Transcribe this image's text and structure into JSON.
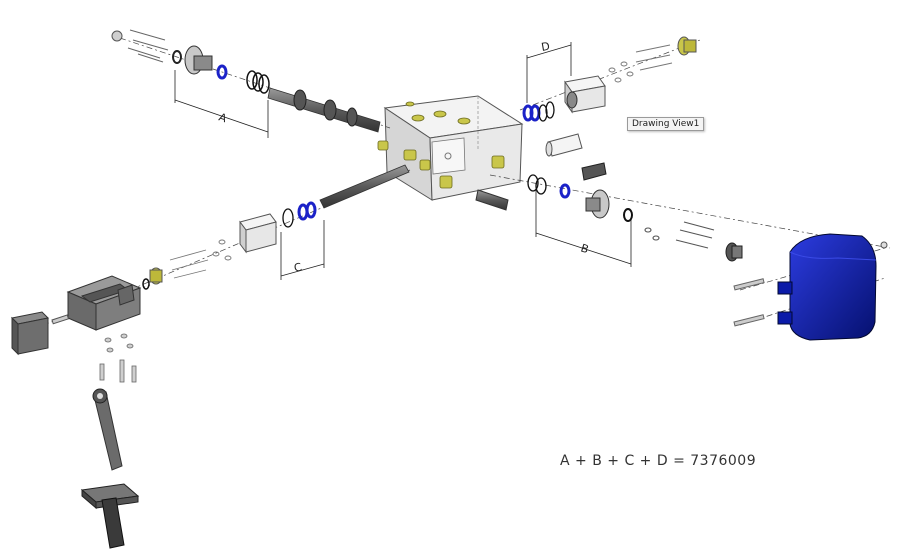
{
  "tooltip": {
    "label": "Drawing View1"
  },
  "dimensions": {
    "a": "A",
    "b": "B",
    "c": "C",
    "d": "D"
  },
  "formula": "A + B + C + D = 7376009",
  "colors": {
    "body": "#eeeeee",
    "outline": "#4a4a4a",
    "yellow": "#c9c64a",
    "blue_ring": "#1b22c8",
    "blue_housing": "#0a1aa8",
    "dark_metal": "#5a5a5a",
    "grey_part": "#8c8c8c"
  }
}
